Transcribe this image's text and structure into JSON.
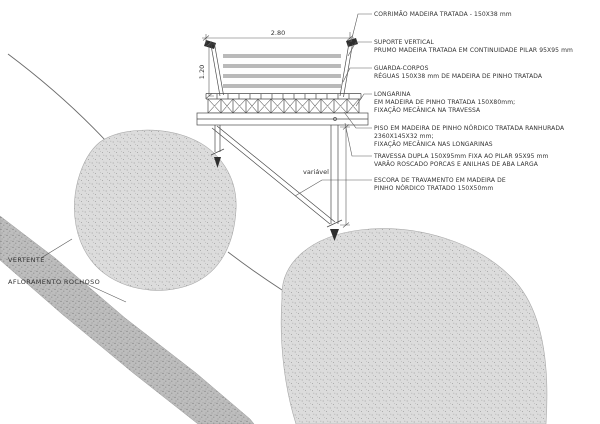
{
  "drawing": {
    "annotations": [
      {
        "id": "corrimao",
        "lines": [
          "CORRIMÃO MADEIRA TRATADA - 150X38 mm"
        ]
      },
      {
        "id": "suporte",
        "lines": [
          "SUPORTE VERTICAL",
          "PRUMO MADEIRA TRATADA EM CONTINUIDADE PILAR 95X95 mm"
        ]
      },
      {
        "id": "guarda-corpos",
        "lines": [
          "GUARDA-CORPOS",
          "RÉGUAS 150X38 mm DE MADEIRA DE PINHO TRATADA"
        ]
      },
      {
        "id": "longarina",
        "lines": [
          "LONGARINA",
          "EM MADEIRA DE PINHO TRATADA 150X80mm;",
          "FIXAÇÃO MECÂNICA NA TRAVESSA"
        ]
      },
      {
        "id": "piso",
        "lines": [
          "PISO EM MADEIRA DE PINHO NÓRDICO TRATADA RANHURADA",
          "2360X145X32 mm;",
          "FIXAÇÃO MECÂNICA NAS LONGARINAS"
        ]
      },
      {
        "id": "travessa",
        "lines": [
          "TRAVESSA DUPLA 150X95mm FIXA AO PILAR 95X95 mm",
          "VARÃO ROSCADO PORCAS E ANILHAS DE ABA LARGA"
        ]
      },
      {
        "id": "escora",
        "lines": [
          "ESCORA DE TRAVAMENTO EM MADEIRA DE",
          "PINHO NÓRDICO TRATADO 150X50mm"
        ]
      }
    ],
    "dimensions": {
      "deck_width": "2.80",
      "guardrail_height": "1.20",
      "pillar_height": "variável"
    },
    "terrain_labels": {
      "slope": "VERTENTE",
      "outcrop": "AFLORAMENTO ROCHOSO"
    },
    "colors": {
      "line": "#4a4a4a",
      "leader": "#5a5a5a",
      "rock_light": "#dcdcdc",
      "rock_dark": "#bdbdbd",
      "text": "#333333"
    }
  }
}
